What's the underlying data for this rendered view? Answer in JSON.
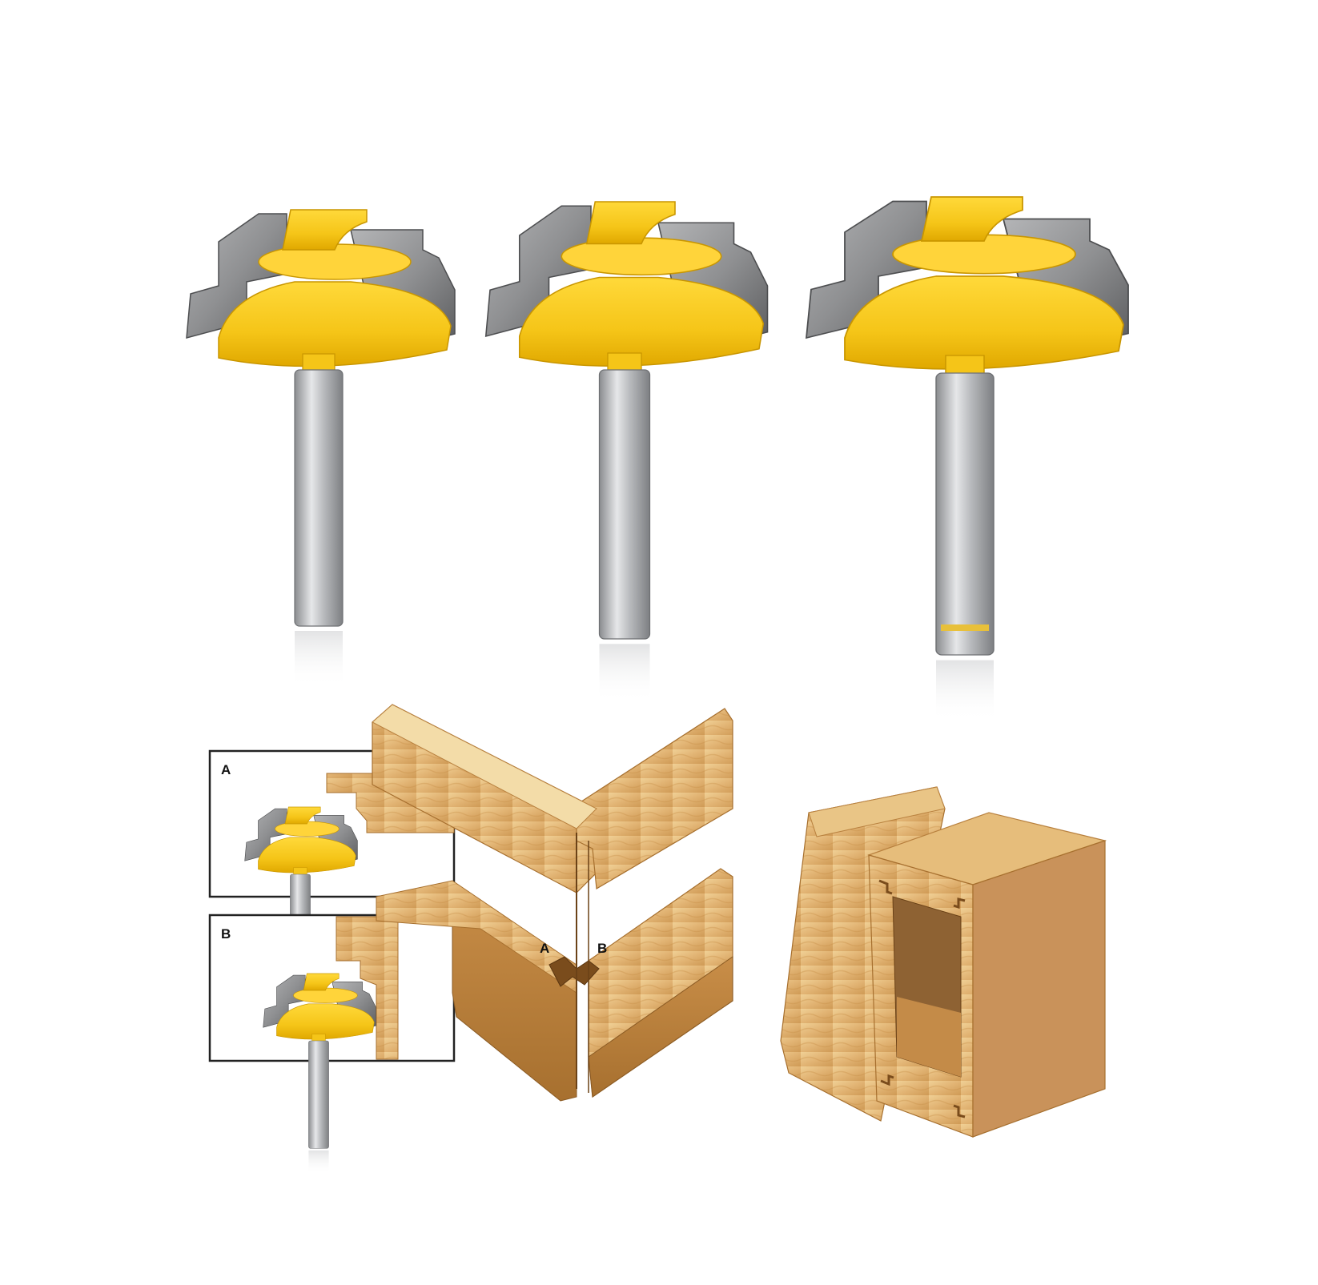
{
  "diagram": {
    "inset_a_label": "A",
    "inset_b_label": "B",
    "joint_a_label": "A",
    "joint_b_label": "B"
  },
  "colors": {
    "background": "#ffffff",
    "cutter_yellow": "#f5c518",
    "cutter_yellow_dark": "#e0a800",
    "carbide_gray": "#8f9092",
    "carbide_gray_dark": "#5d5e60",
    "shank_silver": "#b5b7ba",
    "wood_light": "#e9c586",
    "wood_mid": "#d8a460",
    "wood_dark": "#b8803e",
    "frame_stroke": "#222222"
  },
  "icons": {
    "router_bit": "router-bit-icon",
    "wood_joint": "wood-joint-icon",
    "wood_box": "wood-box-icon"
  }
}
